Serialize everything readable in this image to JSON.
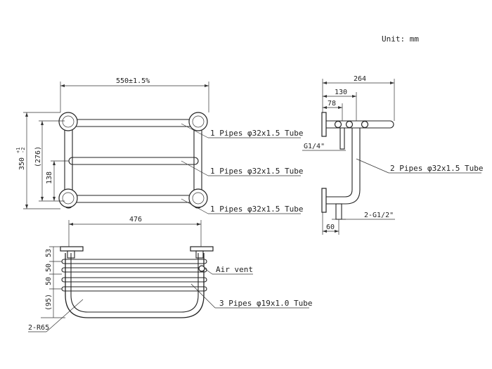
{
  "unit_note": "Unit: mm",
  "front_view": {
    "width_dim": "550±1.5%",
    "height_dim": "350",
    "height_tol_plus": "+1",
    "height_tol_minus": "-2",
    "inner_height_dim": "(276)",
    "lower_spacing_dim": "138",
    "callouts": [
      "1 Pipes φ32x1.5 Tube",
      "1 Pipes φ32x1.5 Tube",
      "1 Pipes φ32x1.5 Tube"
    ]
  },
  "side_view": {
    "overall_depth_dim": "264",
    "dim_130": "130",
    "dim_78": "78",
    "dim_60": "60",
    "inlet_thread": "G1/4\"",
    "outlet_thread": "2-G1/2\"",
    "tube_callout": "2 Pipes φ32x1.5 Tube"
  },
  "top_view": {
    "width_dim": "476",
    "dims_left": [
      "53",
      "50",
      "50",
      "(95)"
    ],
    "air_vent": "Air vent",
    "tube_callout": "3 Pipes φ19x1.0 Tube",
    "radius_label": "2-R65"
  }
}
